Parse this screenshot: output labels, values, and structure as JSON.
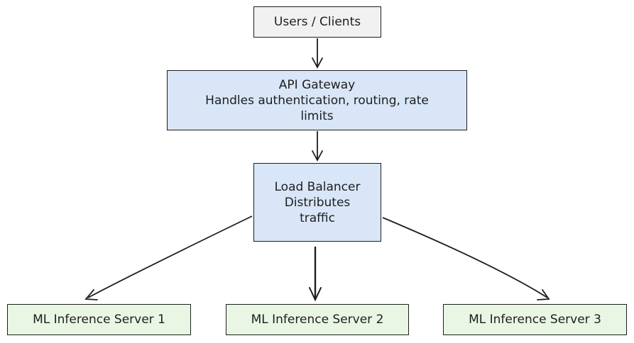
{
  "colors": {
    "stroke": "#1e1e1e",
    "users_fill": "#f1f1f1",
    "gateway_fill": "#d8e6f8",
    "load_balancer_fill": "#d8e6f8",
    "server_fill": "#e9f6e3"
  },
  "nodes": {
    "users": {
      "lines": [
        "Users / Clients"
      ]
    },
    "gateway": {
      "lines": [
        "API Gateway",
        "Handles authentication, routing, rate",
        "limits"
      ]
    },
    "load_balancer": {
      "lines": [
        "Load Balancer",
        "Distributes",
        "traffic"
      ]
    },
    "server1": {
      "lines": [
        "ML Inference Server 1"
      ]
    },
    "server2": {
      "lines": [
        "ML Inference Server 2"
      ]
    },
    "server3": {
      "lines": [
        "ML Inference Server 3"
      ]
    }
  },
  "edges": [
    {
      "from": "users",
      "to": "gateway"
    },
    {
      "from": "gateway",
      "to": "load_balancer"
    },
    {
      "from": "load_balancer",
      "to": "server1"
    },
    {
      "from": "load_balancer",
      "to": "server2"
    },
    {
      "from": "load_balancer",
      "to": "server3"
    }
  ]
}
